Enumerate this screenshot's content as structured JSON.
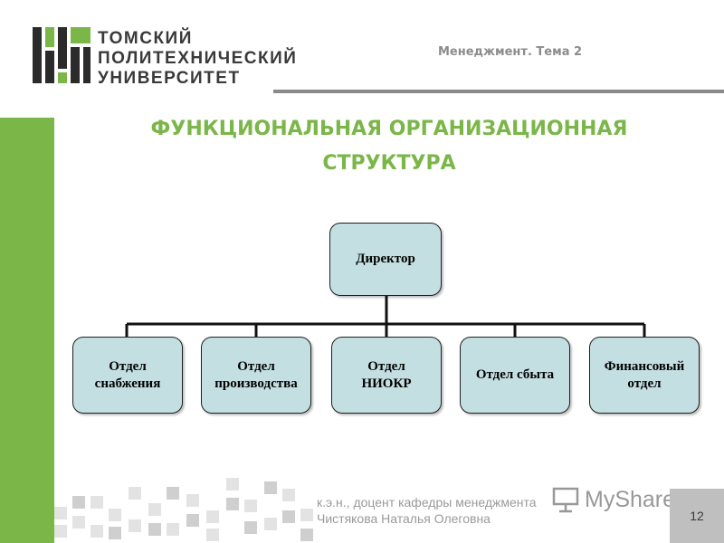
{
  "header": {
    "university_lines": [
      "ТОМСКИЙ",
      "ПОЛИТЕХНИЧЕСКИЙ",
      "УНИВЕРСИТЕТ"
    ],
    "topic": "Менеджмент. Тема 2"
  },
  "title_lines": [
    "ФУНКЦИОНАЛЬНАЯ ОРГАНИЗАЦИОННАЯ",
    "СТРУКТУРА"
  ],
  "org_chart": {
    "root": "Директор",
    "departments": [
      "Отдел\nснабжения",
      "Отдел\nпроизводства",
      "Отдел\nНИОКР",
      "Отдел сбыта",
      "Финансовый\nотдел"
    ]
  },
  "footer": {
    "author_lines": [
      "к.э.н., доцент кафедры менеджмента",
      "Чистякова Наталья Олеговна"
    ],
    "page_number": "12",
    "watermark": "MyShared"
  },
  "colors": {
    "accent_green": "#7ab648",
    "node_fill": "#c3dfe2",
    "rule_gray": "#8a8a8a"
  }
}
